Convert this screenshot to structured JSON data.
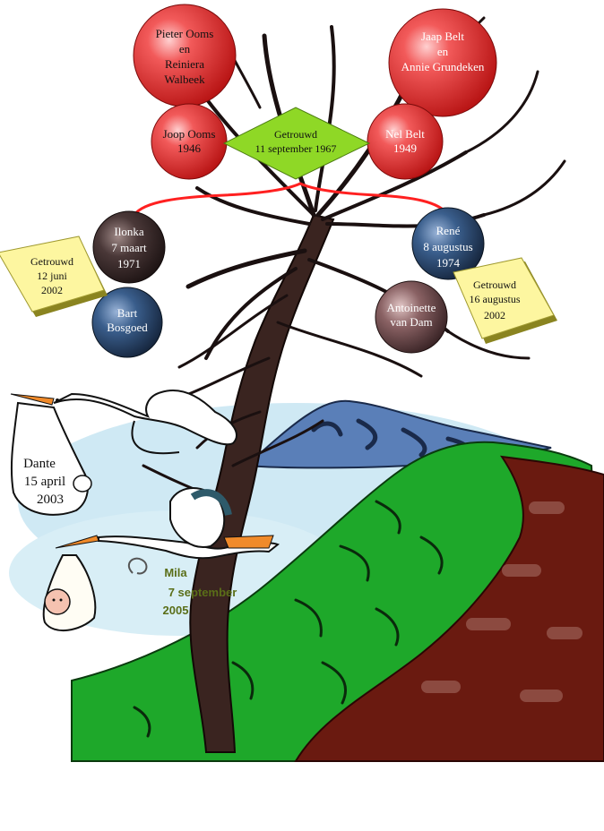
{
  "colors": {
    "red_ball": "#e23030",
    "dark_ball": "#3a3030",
    "blue_ball": "#2e4e78",
    "rose_ball": "#6e4c50",
    "diamond": "#8fd826",
    "note": "#fdf6a0",
    "line": "#ff2020",
    "grass": "#1ea82a",
    "soil": "#6a1a10",
    "mountain": "#5a7fb8",
    "sky": "#c9e6f2",
    "mila_text": "#5a6e18"
  },
  "grandparents_left": {
    "name1": "Pieter Ooms",
    "conj": "en",
    "name2a": "Reiniera",
    "name2b": "Walbeek"
  },
  "grandparents_right": {
    "name1": "Jaap Belt",
    "conj": "en",
    "name2": "Annie Grundeken"
  },
  "parent_left": {
    "name": "Joop Ooms",
    "year": "1946"
  },
  "parent_right": {
    "name": "Nel Belt",
    "year": "1949"
  },
  "marriage_parents": {
    "title": "Getrouwd",
    "date": "11 september 1967"
  },
  "child_left": {
    "name": "Ilonka",
    "date1": "7 maart",
    "date2": "1971"
  },
  "child_right": {
    "name": "René",
    "date1": "8 augustus",
    "date2": "1974"
  },
  "spouse_left": {
    "name1": "Bart",
    "name2": "Bosgoed"
  },
  "spouse_right": {
    "name1": "Antoinette",
    "name2": "van Dam"
  },
  "note_left": {
    "title": "Getrouwd",
    "date1": "12 juni",
    "date2": "2002"
  },
  "note_right": {
    "title": "Getrouwd",
    "date1": "16 augustus",
    "date2": "2002"
  },
  "baby_1": {
    "name": "Dante",
    "date1": "15 april",
    "date2": "2003"
  },
  "baby_2": {
    "name": "Mila",
    "date1": "7 september",
    "date2": "2005"
  }
}
